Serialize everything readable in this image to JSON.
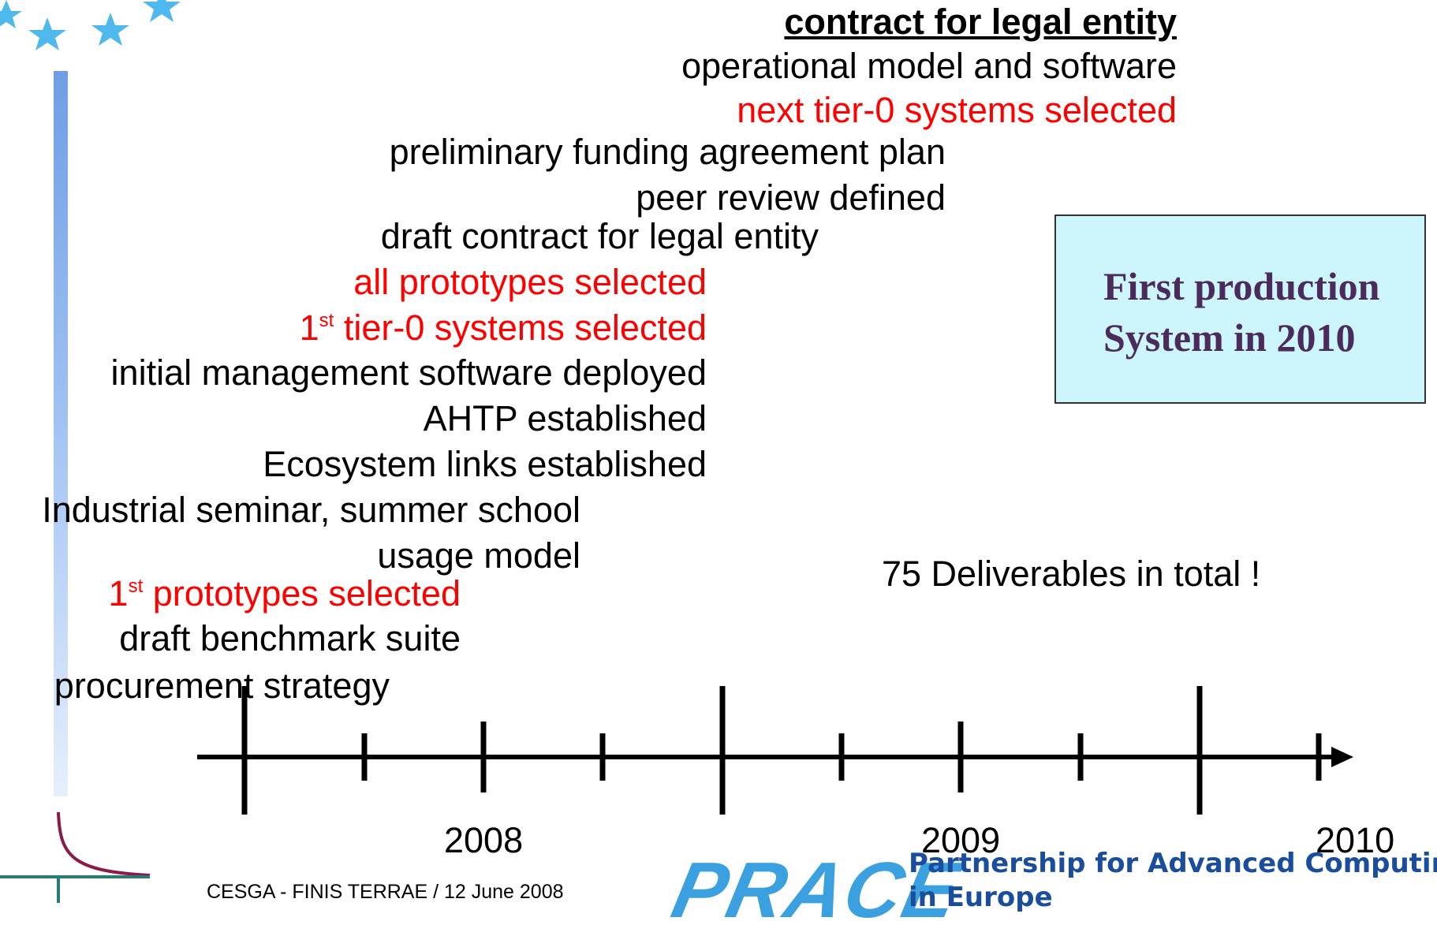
{
  "milestones": {
    "contract_legal_entity": "contract for legal entity",
    "operational_model": "operational model and software",
    "next_tier0": "next tier-0 systems selected",
    "funding_plan": "preliminary funding agreement plan",
    "peer_review": "peer review defined",
    "draft_contract": "draft contract for legal entity",
    "all_prototypes": "all prototypes selected",
    "tier0_first_num": "1",
    "tier0_first_sup": "st",
    "tier0_first_rest": " tier-0 systems selected",
    "mgmt_software": "initial management software deployed",
    "ahtp": "AHTP established",
    "ecosystem": "Ecosystem links established",
    "industrial": "Industrial seminar, summer school",
    "usage_model": "usage model",
    "proto_first_num": "1",
    "proto_first_sup": "st",
    "proto_first_rest": " prototypes selected",
    "benchmark": "draft benchmark suite",
    "procurement": "procurement strategy"
  },
  "info_box": {
    "line1": "First production",
    "line2": "System in 2010"
  },
  "deliverables_note": "75 Deliverables in total !",
  "timeline": {
    "years": [
      "2008",
      "2009",
      "2010"
    ]
  },
  "footer": {
    "text": "CESGA - FINIS TERRAE / 12 June 2008"
  },
  "logo": {
    "name": "PRACE",
    "tagline_1": "Partnership for Advanced Computing",
    "tagline_2": "in Europe"
  },
  "colors": {
    "red": "#ff0000",
    "box_fill": "#ccf5fc",
    "box_text": "#4b2a5c",
    "logo_blue": "#3aa0df"
  }
}
